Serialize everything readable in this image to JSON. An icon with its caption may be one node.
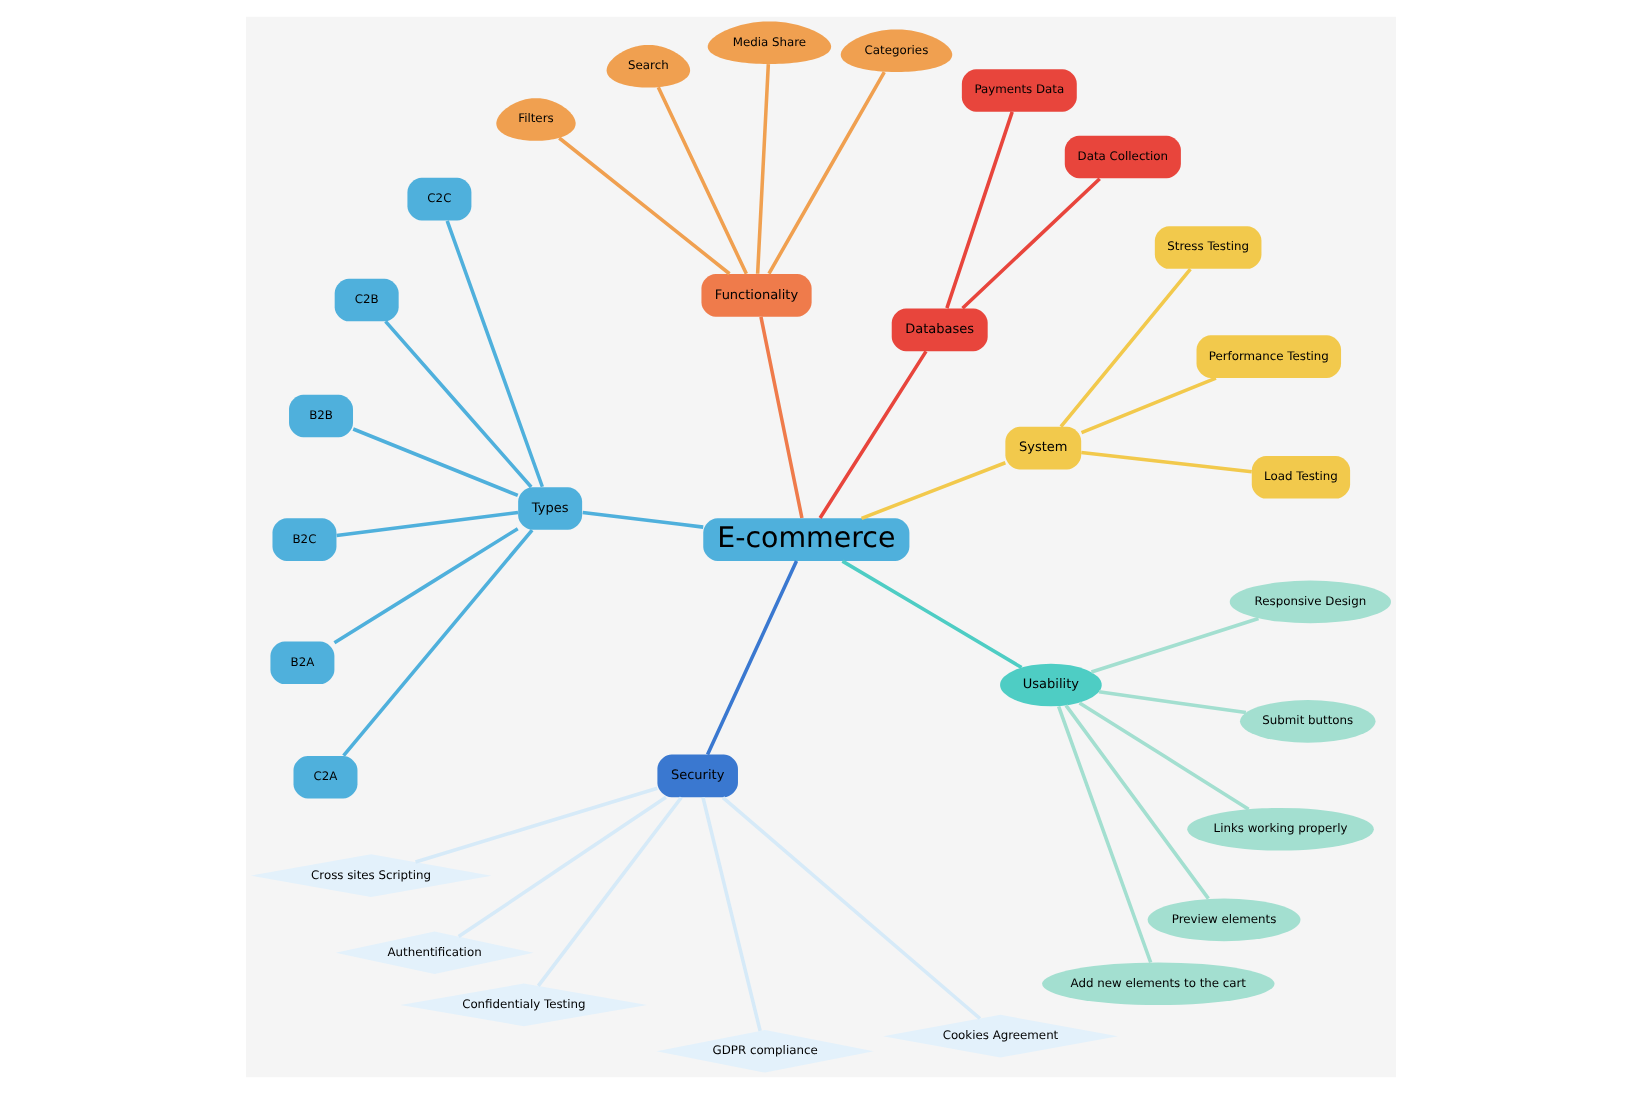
{
  "diagram": {
    "nodes": [
      {
        "text": [
          "E-commerce"
        ]
      },
      {
        "text": [
          "System"
        ]
      },
      {
        "text": [
          "Load Testing"
        ]
      },
      {
        "text": [
          "Performance Testing"
        ]
      },
      {
        "text": [
          "Stress Testing"
        ]
      },
      {
        "text": [
          "Databases"
        ]
      },
      {
        "text": [
          "Data Collection"
        ]
      },
      {
        "text": [
          "Payments Data"
        ]
      },
      {
        "text": [
          "Functionality"
        ]
      },
      {
        "text": [
          "Categories"
        ]
      },
      {
        "text": [
          "Media Share"
        ]
      },
      {
        "text": [
          "Search"
        ]
      },
      {
        "text": [
          "Filters"
        ]
      },
      {
        "text": [
          "Types"
        ]
      },
      {
        "text": [
          "C2C"
        ]
      },
      {
        "text": [
          "C2B"
        ]
      },
      {
        "text": [
          "B2B"
        ]
      },
      {
        "text": [
          "B2C"
        ]
      },
      {
        "text": [
          "B2A"
        ]
      },
      {
        "text": [
          "C2A"
        ]
      },
      {
        "text": [
          "Security"
        ]
      },
      {
        "text": [
          "Cross sites Scripting"
        ]
      },
      {
        "text": [
          "Authentification"
        ]
      },
      {
        "text": [
          "Confidentialy Testing"
        ]
      },
      {
        "text": [
          "GDPR compliance"
        ]
      },
      {
        "text": [
          "Cookies Agreement"
        ]
      },
      {
        "text": [
          "Usability"
        ]
      },
      {
        "text": [
          "Add new elements to the cart"
        ]
      },
      {
        "text": [
          "Preview elements"
        ]
      },
      {
        "text": [
          "Links working properly"
        ]
      },
      {
        "text": [
          "Submit buttons"
        ]
      },
      {
        "text": [
          "Responsive Design"
        ]
      }
    ],
    "edges": [
      {
        "from": 0,
        "to": 1,
        "arrow": "none",
        "color": "#f2c94c"
      },
      {
        "from": 1,
        "to": 2,
        "arrow": "none",
        "color": "#f2c94c"
      },
      {
        "from": 1,
        "to": 3,
        "arrow": "none",
        "color": "#f2c94c"
      },
      {
        "from": 1,
        "to": 4,
        "arrow": "none",
        "color": "#f2c94c"
      },
      {
        "from": 0,
        "to": 5,
        "arrow": "none",
        "color": "#e8453c"
      },
      {
        "from": 5,
        "to": 6,
        "arrow": "none",
        "color": "#e8453c"
      },
      {
        "from": 5,
        "to": 7,
        "arrow": "none",
        "color": "#e8453c"
      },
      {
        "from": 0,
        "to": 8,
        "arrow": "none",
        "color": "#ef7b4b"
      },
      {
        "from": 8,
        "to": 9,
        "arrow": "none",
        "color": "#f0a050"
      },
      {
        "from": 8,
        "to": 10,
        "arrow": "none",
        "color": "#f0a050"
      },
      {
        "from": 8,
        "to": 11,
        "arrow": "none",
        "color": "#f0a050"
      },
      {
        "from": 8,
        "to": 12,
        "arrow": "none",
        "color": "#f0a050"
      },
      {
        "from": 0,
        "to": 13,
        "arrow": "none",
        "color": "#4fb0dc"
      },
      {
        "from": 13,
        "to": 14,
        "arrow": "none",
        "color": "#4fb0dc"
      },
      {
        "from": 13,
        "to": 15,
        "arrow": "none",
        "color": "#4fb0dc"
      },
      {
        "from": 13,
        "to": 16,
        "arrow": "none",
        "color": "#4fb0dc"
      },
      {
        "from": 13,
        "to": 17,
        "arrow": "none",
        "color": "#4fb0dc"
      },
      {
        "from": 13,
        "to": 18,
        "arrow": "none",
        "color": "#4fb0dc"
      },
      {
        "from": 13,
        "to": 19,
        "arrow": "none",
        "color": "#4fb0dc"
      },
      {
        "from": 0,
        "to": 20,
        "arrow": "none",
        "color": "#3a78d0"
      },
      {
        "from": 20,
        "to": 21,
        "arrow": "none",
        "color": "#d6eaf8"
      },
      {
        "from": 20,
        "to": 22,
        "arrow": "none",
        "color": "#d6eaf8"
      },
      {
        "from": 20,
        "to": 23,
        "arrow": "none",
        "color": "#d6eaf8"
      },
      {
        "from": 20,
        "to": 24,
        "arrow": "none",
        "color": "#d6eaf8"
      },
      {
        "from": 20,
        "to": 25,
        "arrow": "none",
        "color": "#d6eaf8"
      },
      {
        "from": 0,
        "to": 26,
        "arrow": "none",
        "color": "#4ecdc4"
      },
      {
        "from": 26,
        "to": 27,
        "arrow": "none",
        "color": "#a3dfd0"
      },
      {
        "from": 26,
        "to": 28,
        "arrow": "none",
        "color": "#a3dfd0"
      },
      {
        "from": 26,
        "to": 29,
        "arrow": "none",
        "color": "#a3dfd0"
      },
      {
        "from": 26,
        "to": 30,
        "arrow": "none",
        "color": "#a3dfd0"
      },
      {
        "from": 26,
        "to": 31,
        "arrow": "none",
        "color": "#a3dfd0"
      }
    ]
  }
}
